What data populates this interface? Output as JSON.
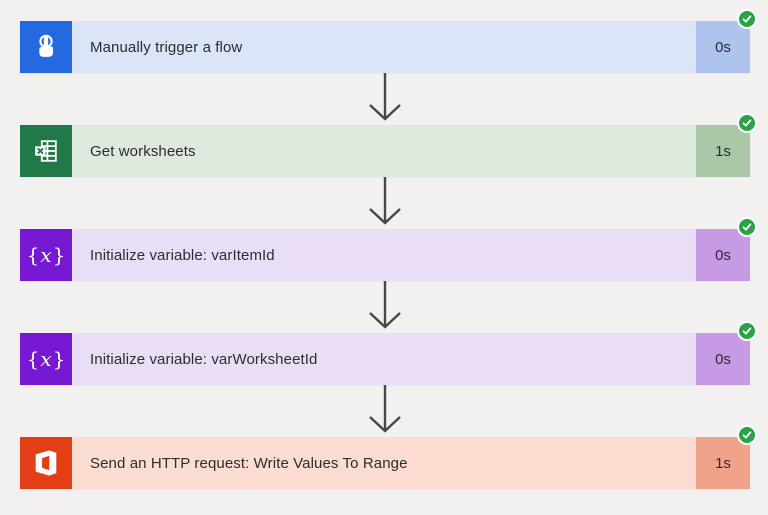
{
  "page": {
    "background": "#f2f1f0",
    "arrow_color": "#4a4846",
    "success_color": "#2aa344"
  },
  "steps": [
    {
      "label": "Manually trigger a flow",
      "duration": "0s",
      "status": "succeeded",
      "icon": "touch-icon",
      "icon_bg": "#2569e0",
      "body_bg": "#dbe5f7",
      "duration_bg": "#aec3ee"
    },
    {
      "label": "Get worksheets",
      "duration": "1s",
      "status": "succeeded",
      "icon": "excel-icon",
      "icon_bg": "#21794a",
      "body_bg": "#dee9dd",
      "duration_bg": "#aac7a7"
    },
    {
      "label": "Initialize variable: varItemId",
      "duration": "0s",
      "status": "succeeded",
      "icon": "variable-icon",
      "icon_bg": "#7719d2",
      "body_bg": "#eadef7",
      "duration_bg": "#c69ae4"
    },
    {
      "label": "Initialize variable: varWorksheetId",
      "duration": "0s",
      "status": "succeeded",
      "icon": "variable-icon",
      "icon_bg": "#7719d2",
      "body_bg": "#eadef7",
      "duration_bg": "#c69ae4"
    },
    {
      "label": "Send an HTTP request: Write Values To Range",
      "duration": "1s",
      "status": "succeeded",
      "icon": "office-icon",
      "icon_bg": "#e23f17",
      "body_bg": "#fadcd1",
      "duration_bg": "#f1a28b"
    }
  ],
  "variable_icon_glyph": "x"
}
